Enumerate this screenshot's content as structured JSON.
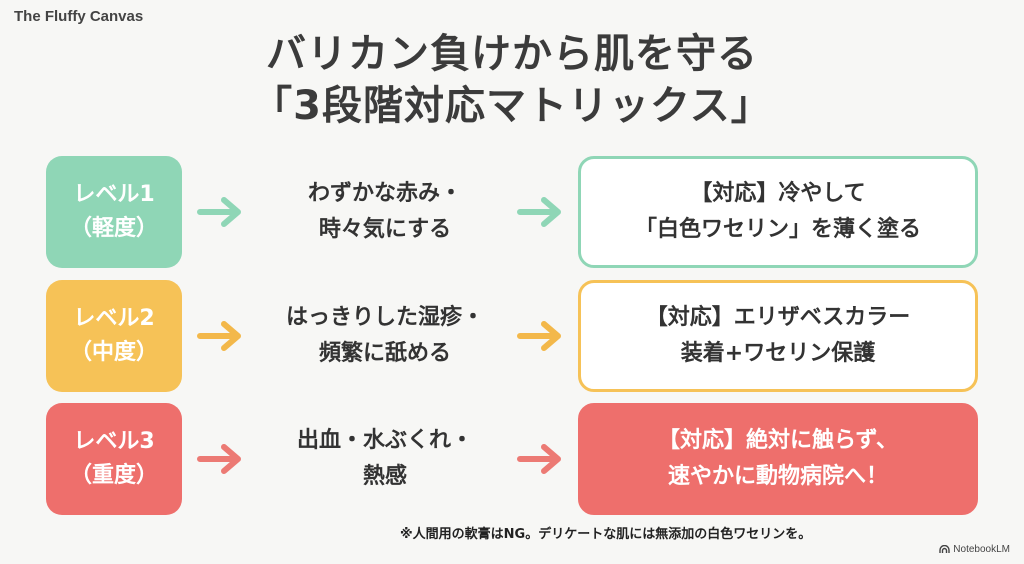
{
  "brand": "The Fluffy Canvas",
  "title_line1": "バリカン負けから肌を守る",
  "title_line2": "「3段階対応マトリックス」",
  "rows": [
    {
      "level_line1": "レベル1",
      "level_line2": "（軽度）",
      "symptom_line1": "わずかな赤み・",
      "symptom_line2": "時々気にする",
      "response_line1": "【対応】冷やして",
      "response_line2": "「白色ワセリン」を薄く塗る",
      "color": "#8fd6b6",
      "arrow_color": "#8fd6b6",
      "response_style": "outline"
    },
    {
      "level_line1": "レベル2",
      "level_line2": "（中度）",
      "symptom_line1": "はっきりした湿疹・",
      "symptom_line2": "頻繁に舐める",
      "response_line1": "【対応】エリザベスカラー",
      "response_line2": "装着+ワセリン保護",
      "color": "#f6c257",
      "arrow_color": "#f3b84a",
      "response_style": "outline"
    },
    {
      "level_line1": "レベル3",
      "level_line2": "（重度）",
      "symptom_line1": "出血・水ぶくれ・",
      "symptom_line2": "熱感",
      "response_line1": "【対応】絶対に触らず、",
      "response_line2": "速やかに動物病院へ！",
      "color": "#ee6f6c",
      "arrow_color": "#ec7a74",
      "response_style": "filled"
    }
  ],
  "footnote": "※人間用の軟膏はNG。デリケートな肌には無添加の白色ワセリンを。",
  "watermark": "NotebookLM"
}
